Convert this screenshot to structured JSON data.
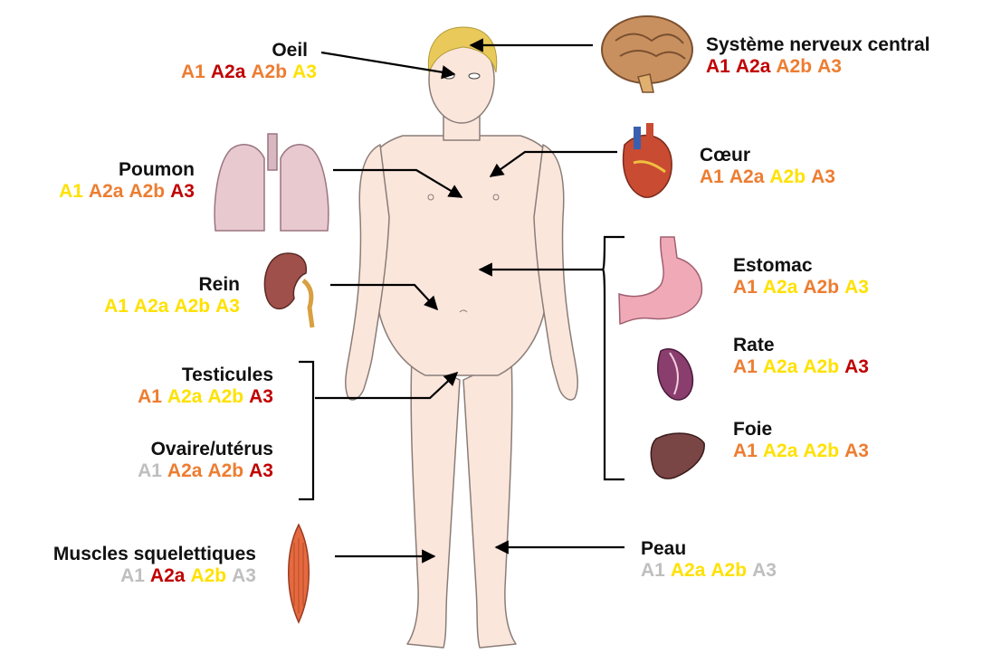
{
  "colors": {
    "dark_red": "#C00000",
    "orange": "#ED7D31",
    "yellow": "#FFE100",
    "grey": "#BFBFBF",
    "text": "#111111"
  },
  "organs": [
    {
      "id": "oeil",
      "name": "Oeil",
      "codes": [
        {
          "t": "A1",
          "c": "orange"
        },
        {
          "t": "A2a",
          "c": "dark_red"
        },
        {
          "t": "A2b",
          "c": "orange"
        },
        {
          "t": "A3",
          "c": "yellow"
        }
      ]
    },
    {
      "id": "snc",
      "name": "Système nerveux central",
      "codes": [
        {
          "t": "A1",
          "c": "dark_red"
        },
        {
          "t": "A2a",
          "c": "dark_red"
        },
        {
          "t": "A2b",
          "c": "orange"
        },
        {
          "t": "A3",
          "c": "orange"
        }
      ]
    },
    {
      "id": "poumon",
      "name": "Poumon",
      "codes": [
        {
          "t": "A1",
          "c": "yellow"
        },
        {
          "t": "A2a",
          "c": "orange"
        },
        {
          "t": "A2b",
          "c": "orange"
        },
        {
          "t": "A3",
          "c": "dark_red"
        }
      ]
    },
    {
      "id": "coeur",
      "name": "Cœur",
      "codes": [
        {
          "t": "A1",
          "c": "orange"
        },
        {
          "t": "A2a",
          "c": "orange"
        },
        {
          "t": "A2b",
          "c": "yellow"
        },
        {
          "t": "A3",
          "c": "orange"
        }
      ]
    },
    {
      "id": "rein",
      "name": "Rein",
      "codes": [
        {
          "t": "A1",
          "c": "yellow"
        },
        {
          "t": "A2a",
          "c": "yellow"
        },
        {
          "t": "A2b",
          "c": "yellow"
        },
        {
          "t": "A3",
          "c": "yellow"
        }
      ]
    },
    {
      "id": "estomac",
      "name": "Estomac",
      "codes": [
        {
          "t": "A1",
          "c": "orange"
        },
        {
          "t": "A2a",
          "c": "yellow"
        },
        {
          "t": "A2b",
          "c": "orange"
        },
        {
          "t": "A3",
          "c": "yellow"
        }
      ]
    },
    {
      "id": "rate",
      "name": "Rate",
      "codes": [
        {
          "t": "A1",
          "c": "orange"
        },
        {
          "t": "A2a",
          "c": "yellow"
        },
        {
          "t": "A2b",
          "c": "yellow"
        },
        {
          "t": "A3",
          "c": "dark_red"
        }
      ]
    },
    {
      "id": "testicules",
      "name": "Testicules",
      "codes": [
        {
          "t": "A1",
          "c": "orange"
        },
        {
          "t": "A2a",
          "c": "yellow"
        },
        {
          "t": "A2b",
          "c": "yellow"
        },
        {
          "t": "A3",
          "c": "dark_red"
        }
      ]
    },
    {
      "id": "foie",
      "name": "Foie",
      "codes": [
        {
          "t": "A1",
          "c": "orange"
        },
        {
          "t": "A2a",
          "c": "yellow"
        },
        {
          "t": "A2b",
          "c": "yellow"
        },
        {
          "t": "A3",
          "c": "orange"
        }
      ]
    },
    {
      "id": "ovaire",
      "name": "Ovaire/utérus",
      "codes": [
        {
          "t": "A1",
          "c": "grey"
        },
        {
          "t": "A2a",
          "c": "orange"
        },
        {
          "t": "A2b",
          "c": "orange"
        },
        {
          "t": "A3",
          "c": "dark_red"
        }
      ]
    },
    {
      "id": "muscles",
      "name": "Muscles squelettiques",
      "codes": [
        {
          "t": "A1",
          "c": "grey"
        },
        {
          "t": "A2a",
          "c": "dark_red"
        },
        {
          "t": "A2b",
          "c": "yellow"
        },
        {
          "t": "A3",
          "c": "grey"
        }
      ]
    },
    {
      "id": "peau",
      "name": "Peau",
      "codes": [
        {
          "t": "A1",
          "c": "grey"
        },
        {
          "t": "A2a",
          "c": "yellow"
        },
        {
          "t": "A2b",
          "c": "yellow"
        },
        {
          "t": "A3",
          "c": "grey"
        }
      ]
    }
  ]
}
